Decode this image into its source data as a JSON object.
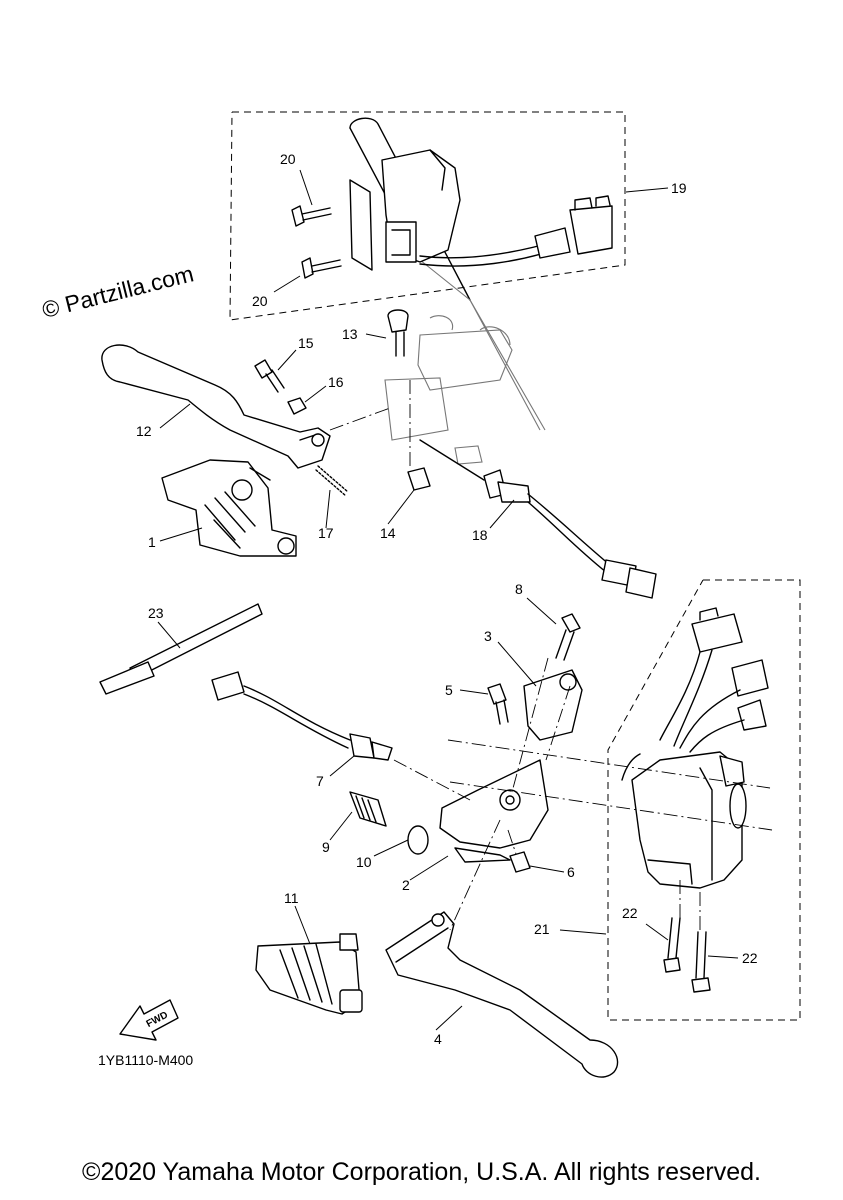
{
  "watermark": "© Partzilla.com",
  "diagram_code": "1YB1110-M400",
  "fwd_label": "FWD",
  "copyright": "©2020 Yamaha Motor Corporation, U.S.A. All rights reserved.",
  "labels": {
    "p1": "1",
    "p2": "2",
    "p3": "3",
    "p4": "4",
    "p5": "5",
    "p6": "6",
    "p7": "7",
    "p8": "8",
    "p9": "9",
    "p10": "10",
    "p11": "11",
    "p12": "12",
    "p13": "13",
    "p14": "14",
    "p15": "15",
    "p16": "16",
    "p17": "17",
    "p18": "18",
    "p19": "19",
    "p20a": "20",
    "p20b": "20",
    "p21": "21",
    "p22a": "22",
    "p22b": "22",
    "p23": "23"
  }
}
